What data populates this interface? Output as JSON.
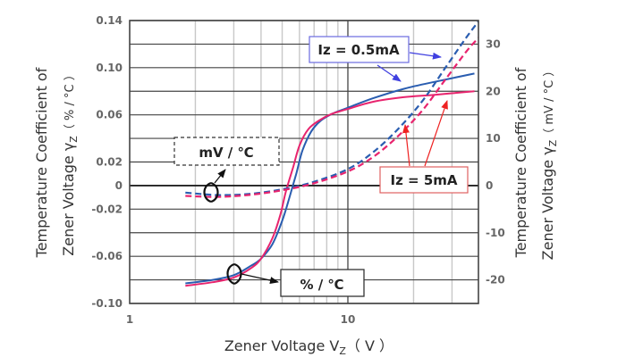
{
  "chart_data": {
    "type": "line",
    "title": "",
    "xlabel": "Zener Voltage V_Z (V)",
    "xlabel_parts": {
      "main": "Zener Voltage V",
      "sub": "Z",
      "unit": "（ V ）"
    },
    "ylabel_left": [
      "Temperature Coefficient of",
      "Zener Voltage γZ （ % / °C ）"
    ],
    "ylabel_left_parts": {
      "line1": "Temperature Coefficient of",
      "line2_main": "Zener Voltage γ",
      "line2_sub": "Z",
      "line2_unit": "（ % / °C ）"
    },
    "ylabel_right": [
      "Temperature Coefficient of",
      "Zener Voltage γZ （ mV / °C ）"
    ],
    "ylabel_right_parts": {
      "line1": "Temperature Coefficient of",
      "line2_main": "Zener Voltage γ",
      "line2_sub": "Z",
      "line2_unit": "（ mV / °C ）"
    },
    "x_scale": "log",
    "xlim": [
      1,
      40
    ],
    "ylim_left": [
      -0.1,
      0.14
    ],
    "ylim_right": [
      -30,
      35
    ],
    "x_ticks": [
      {
        "value": 1,
        "label": "1"
      },
      {
        "value": 10,
        "label": "10"
      }
    ],
    "x_minor_grid": [
      2,
      3,
      4,
      5,
      6,
      7,
      8,
      9,
      20,
      30
    ],
    "y_left_ticks": [
      {
        "value": 0.14,
        "label": "0.14"
      },
      {
        "value": 0.1,
        "label": "0.10"
      },
      {
        "value": 0.06,
        "label": "0.06"
      },
      {
        "value": 0.02,
        "label": "0.02"
      },
      {
        "value": 0.0,
        "label": "0"
      },
      {
        "value": -0.02,
        "label": "-0.02"
      },
      {
        "value": -0.06,
        "label": "-0.06"
      },
      {
        "value": -0.1,
        "label": "-0.10"
      }
    ],
    "y_grid_step": 0.02,
    "y_right_ticks": [
      {
        "value": 30,
        "label": "30"
      },
      {
        "value": 20,
        "label": "20"
      },
      {
        "value": 10,
        "label": "10"
      },
      {
        "value": 0,
        "label": "0"
      },
      {
        "value": -10,
        "label": "-10"
      },
      {
        "value": -20,
        "label": "-20"
      }
    ],
    "grid": true,
    "series": [
      {
        "name": "Iz = 0.5mA (%/°C)",
        "axis": "left",
        "style": "solid",
        "color": "#2a5db0",
        "x": [
          1.8,
          2.4,
          3.0,
          3.6,
          4.0,
          4.5,
          5.0,
          5.4,
          5.8,
          6.2,
          6.8,
          7.5,
          8.5,
          10,
          13,
          18,
          25,
          38
        ],
        "y": [
          -0.083,
          -0.08,
          -0.076,
          -0.068,
          -0.062,
          -0.05,
          -0.03,
          -0.01,
          0.01,
          0.03,
          0.046,
          0.055,
          0.061,
          0.066,
          0.074,
          0.082,
          0.088,
          0.095
        ]
      },
      {
        "name": "Iz = 5mA (%/°C)",
        "axis": "left",
        "style": "solid",
        "color": "#e8246e",
        "x": [
          1.8,
          2.4,
          3.0,
          3.6,
          4.0,
          4.5,
          4.9,
          5.2,
          5.6,
          6.0,
          6.6,
          7.5,
          8.5,
          10,
          13,
          18,
          25,
          38
        ],
        "y": [
          -0.085,
          -0.082,
          -0.078,
          -0.07,
          -0.062,
          -0.045,
          -0.025,
          -0.005,
          0.015,
          0.034,
          0.048,
          0.056,
          0.061,
          0.065,
          0.071,
          0.075,
          0.077,
          0.08
        ]
      },
      {
        "name": "Iz = 0.5mA (mV/°C)",
        "axis": "right",
        "style": "dashed",
        "color": "#2a5db0",
        "x": [
          1.8,
          2.5,
          3.5,
          5.0,
          7.0,
          10,
          13,
          17,
          22,
          28,
          35,
          40
        ],
        "y": [
          -1.5,
          -2.0,
          -1.8,
          -0.8,
          0.8,
          3.5,
          7.0,
          12.0,
          18.0,
          25.0,
          31.5,
          35.0
        ]
      },
      {
        "name": "Iz = 5mA (mV/°C)",
        "axis": "right",
        "style": "dashed",
        "color": "#e8246e",
        "x": [
          1.8,
          2.5,
          3.5,
          5.0,
          7.0,
          10,
          13,
          17,
          22,
          28,
          35,
          40
        ],
        "y": [
          -2.2,
          -2.4,
          -2.0,
          -1.0,
          0.5,
          3.0,
          6.0,
          10.5,
          16.0,
          22.5,
          28.5,
          31.5
        ]
      }
    ],
    "annotations": [
      {
        "text": "Iz = 0.5mA",
        "box_color": "#5a5ad8",
        "points_to": [
          "Iz = 0.5mA (mV/°C)",
          "Iz = 0.5mA (%/°C)"
        ]
      },
      {
        "text": "Iz = 5mA",
        "box_color": "#e06060",
        "points_to": [
          "Iz = 5mA (mV/°C)",
          "Iz = 5mA (%/°C)"
        ]
      },
      {
        "text": "mV / ℃",
        "box_style": "dashed",
        "points_to": "dashed curves (right axis)"
      },
      {
        "text": "% / ℃",
        "box_style": "solid",
        "points_to": "solid curves (left axis)"
      }
    ]
  },
  "labels": {
    "iz05": "Iz = 0.5mA",
    "iz5": "Iz = 5mA",
    "mv_unit": "mV / ℃",
    "pct_unit": "% / ℃"
  },
  "colors": {
    "blue": "#2a5db0",
    "pink": "#e8246e",
    "arrow_blue": "#4040e0",
    "arrow_red": "#ee2222",
    "grid_major": "#444444",
    "grid_minor": "#c8c8c8",
    "tick_text": "#666666"
  }
}
